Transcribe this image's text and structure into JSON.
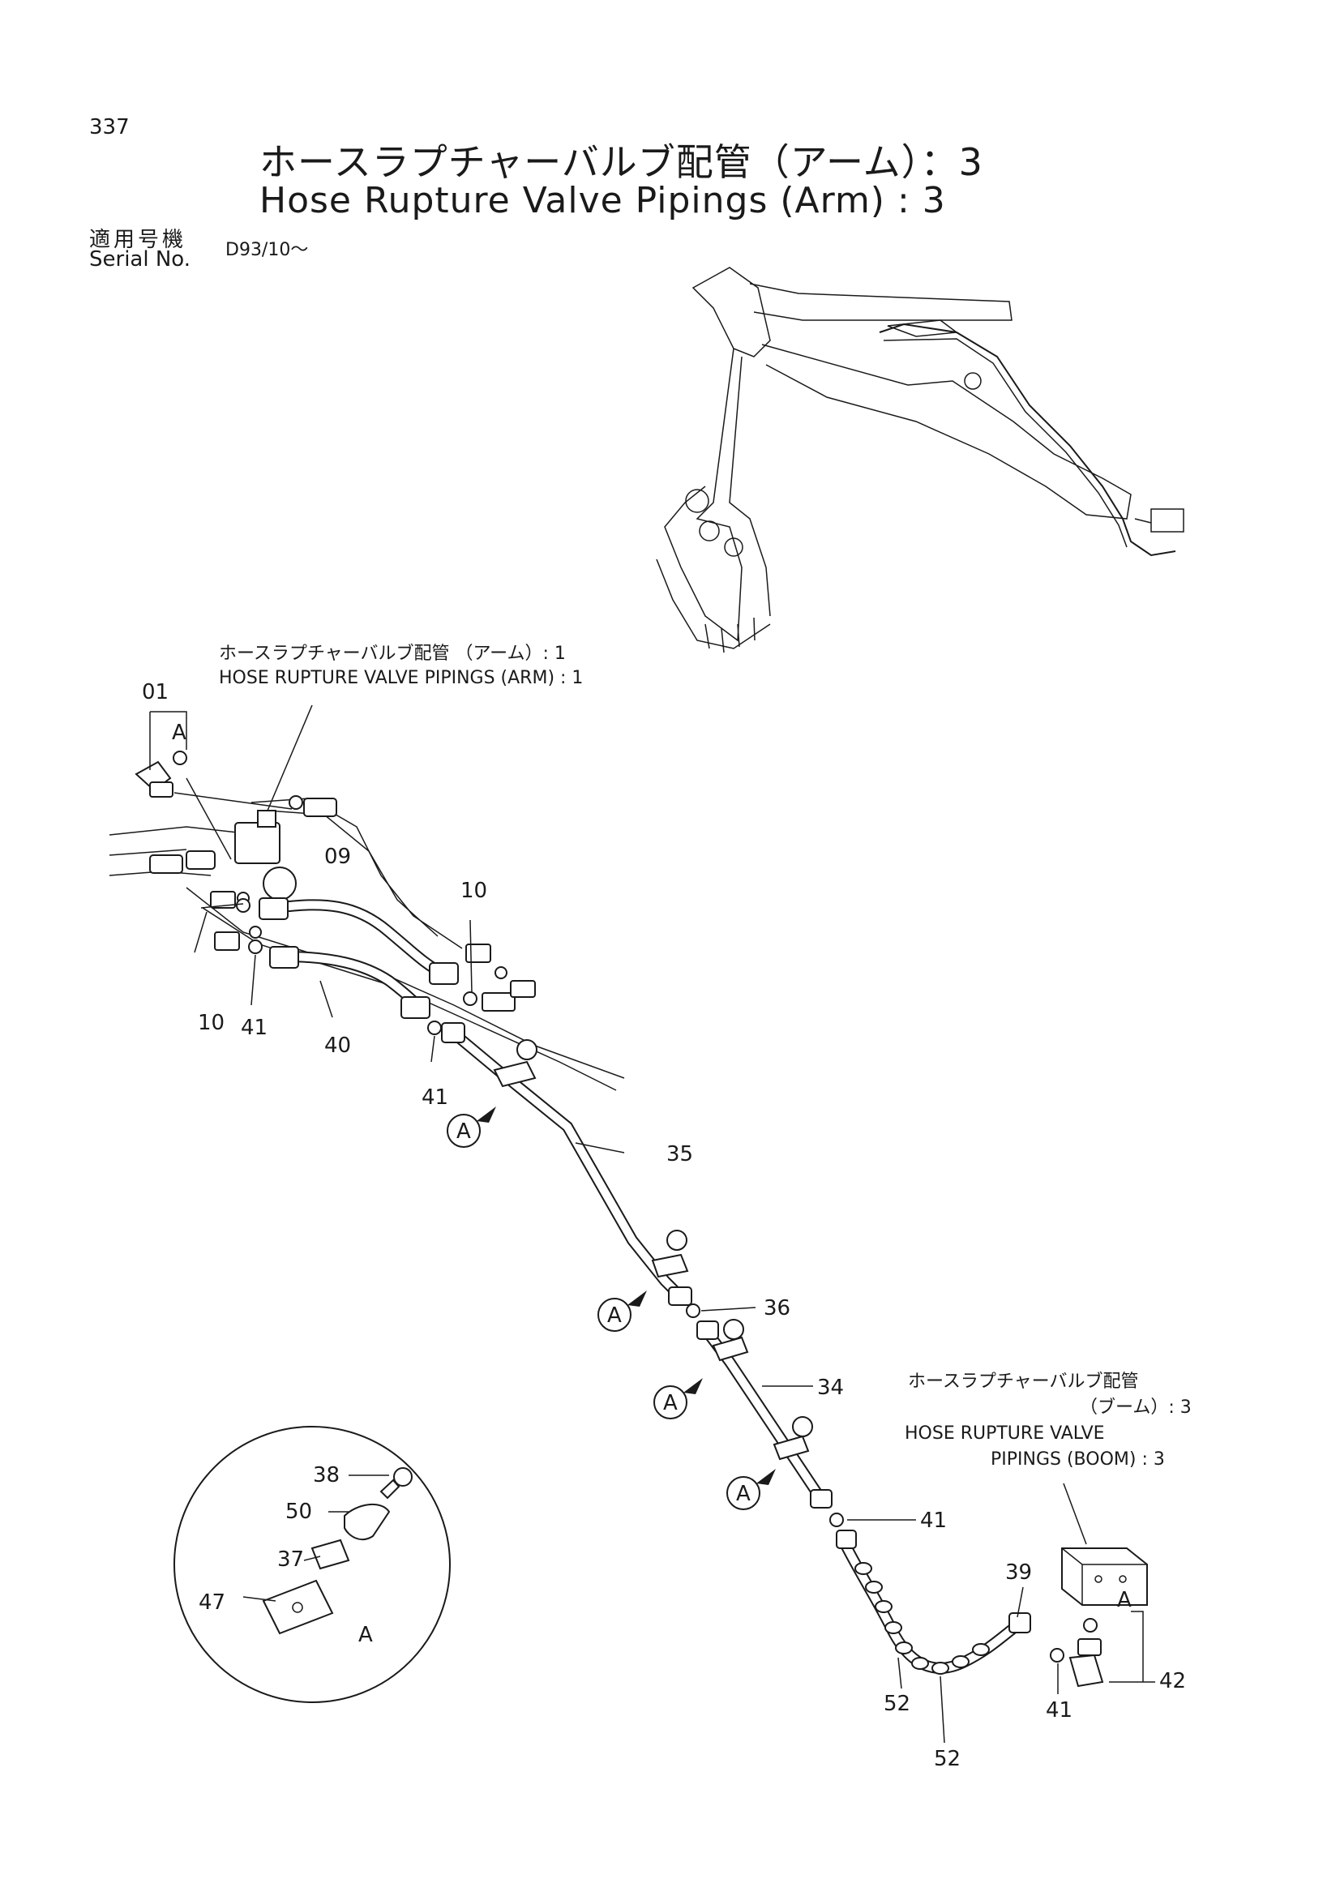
{
  "page_number": "337",
  "title_jp": "ホースラプチャーバルブ配管（アーム）：3",
  "title_en": "Hose Rupture Valve Pipings (Arm) : 3",
  "serial": {
    "label_jp": "適用号機",
    "label_en": "Serial No.",
    "value": "D93/10～"
  },
  "refs": {
    "arm1_jp": "ホースラプチャーバルブ配管 （アーム）: 1",
    "arm1_en": "HOSE RUPTURE  VALVE  PIPINGS (ARM) : 1",
    "boom3_jp_1": "ホースラプチャーバルブ配管",
    "boom3_jp_2": "（ブーム）: 3",
    "boom3_en_1": "HOSE RUPTURE  VALVE",
    "boom3_en_2": "PIPINGS (BOOM) : 3"
  },
  "parts": {
    "p01": "01",
    "p09": "09",
    "p10a": "10",
    "p10b": "10",
    "p41a": "41",
    "p40": "40",
    "p41b": "41",
    "p35": "35",
    "p36": "36",
    "p34": "34",
    "p41c": "41",
    "p39": "39",
    "p42": "42",
    "p52a": "52",
    "p52b": "52",
    "p41d": "41",
    "p38": "38",
    "p50": "50",
    "p37": "37",
    "p47": "47"
  },
  "callouts": {
    "a_top": "A",
    "a_m1": "A",
    "a_m2": "A",
    "a_m3": "A",
    "a_m4": "A",
    "a_detail": "A",
    "a_right": "A"
  }
}
